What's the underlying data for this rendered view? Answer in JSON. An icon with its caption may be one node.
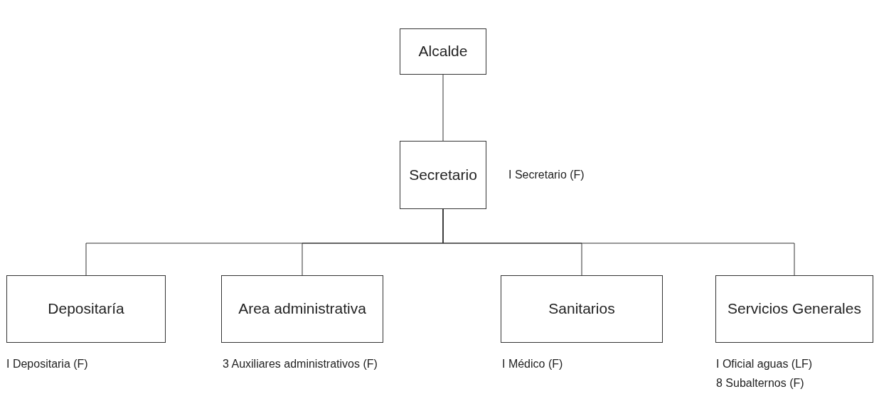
{
  "diagram": {
    "nodes": [
      {
        "text": [
          "Alcalde"
        ]
      },
      {
        "text": [
          "Secretario"
        ],
        "beside": [
          "I Secretario (F)"
        ]
      },
      {
        "text": [
          "Depositaría"
        ],
        "beside": [
          "I Depositaria (F)"
        ]
      },
      {
        "text": [
          "Area administrativa"
        ],
        "beside": [
          "3 Auxiliares administrativos (F)"
        ]
      },
      {
        "text": [
          "Sanitarios"
        ],
        "beside": [
          "I Médico (F)"
        ]
      },
      {
        "text": [
          "Servicios Generales"
        ],
        "beside": [
          "I Oficial aguas (LF)",
          "8 Subalternos (F)"
        ]
      }
    ],
    "edges": [
      {
        "from": 0,
        "to": 1,
        "arrow": "none"
      },
      {
        "from": 1,
        "to": 2,
        "arrow": "none"
      },
      {
        "from": 1,
        "to": 3,
        "arrow": "none"
      },
      {
        "from": 1,
        "to": 4,
        "arrow": "none"
      },
      {
        "from": 1,
        "to": 5,
        "arrow": "none"
      }
    ]
  }
}
